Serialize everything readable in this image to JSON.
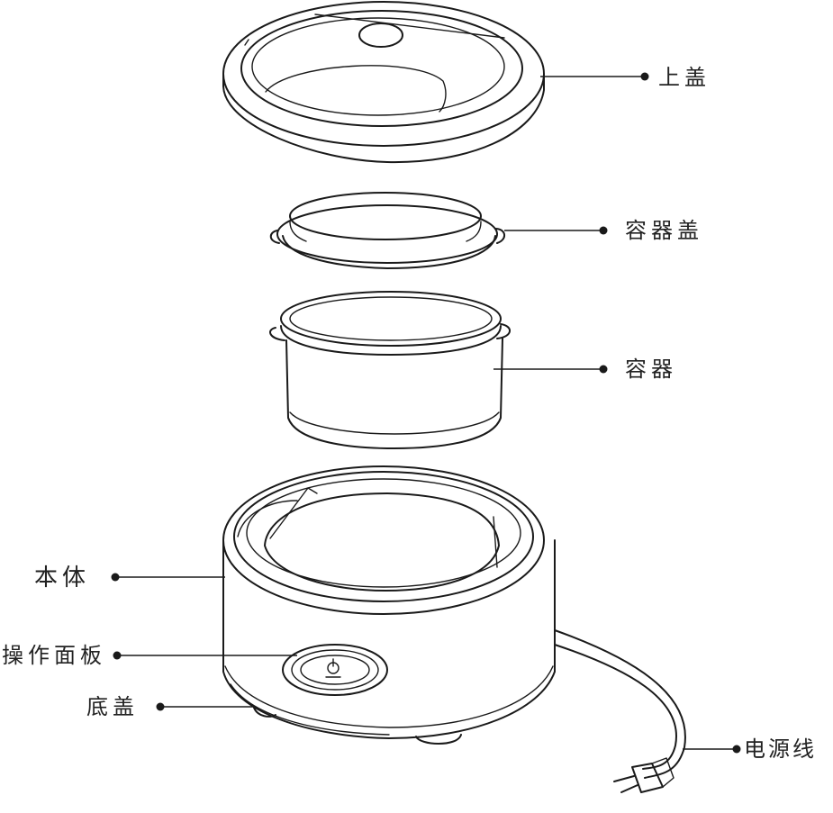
{
  "labels": {
    "top_lid": "上盖",
    "container_lid": "容器盖",
    "container": "容器",
    "body": "本体",
    "control_panel": "操作面板",
    "bottom_cover": "底盖",
    "power_cord": "电源线"
  }
}
